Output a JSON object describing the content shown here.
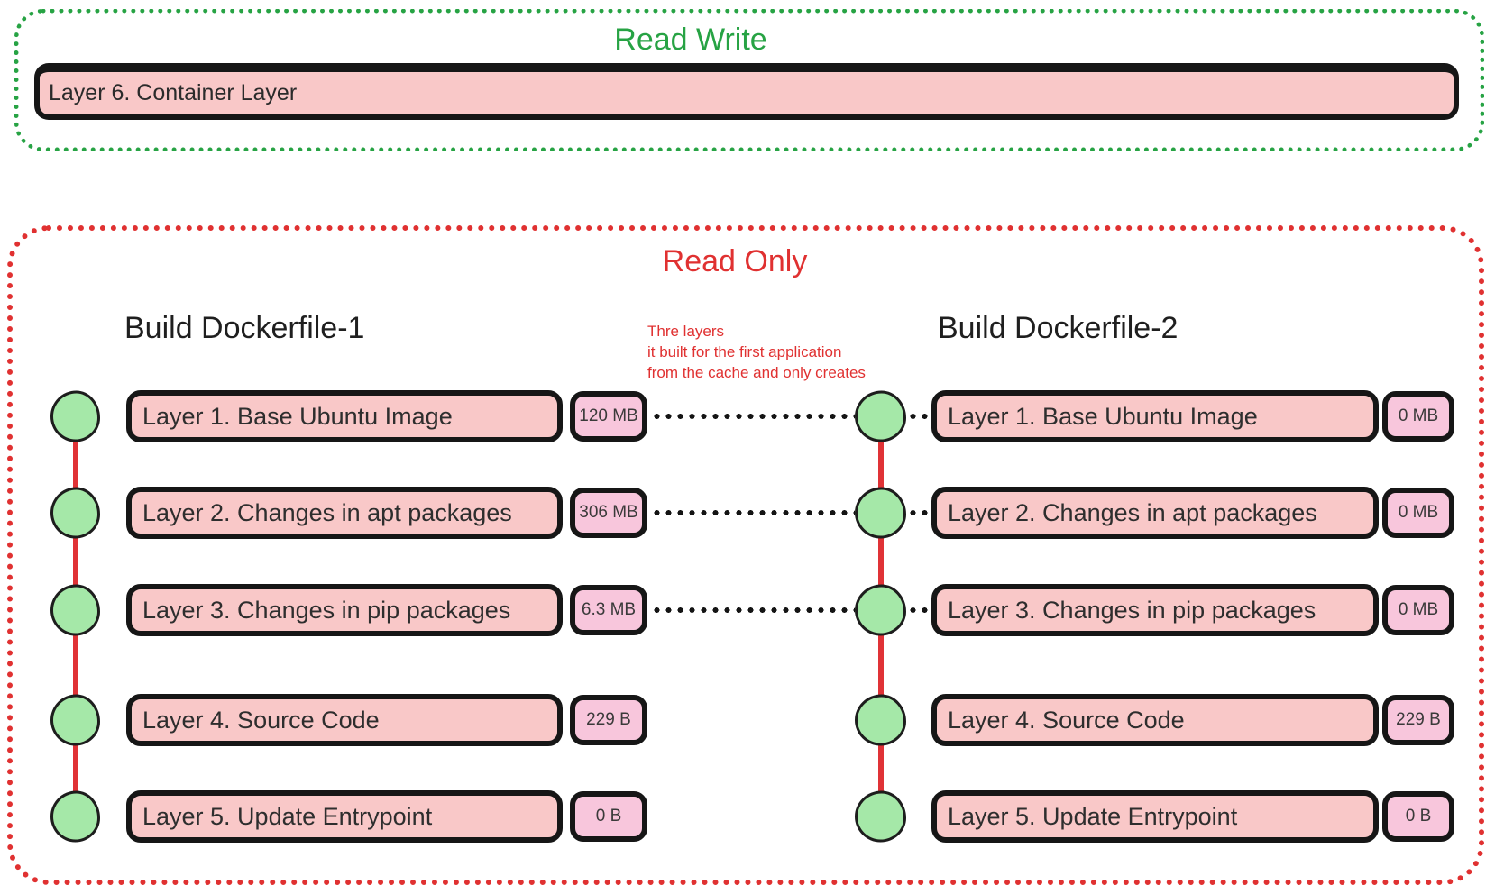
{
  "read_write": {
    "title": "Read Write",
    "container_layer": {
      "label": "Layer 6. Container Layer"
    }
  },
  "read_only": {
    "title": "Read Only",
    "annotation": {
      "line1": "Thre layers",
      "line2": "it built for the first application",
      "line3": "from the cache and only creates"
    },
    "dockerfile1": {
      "heading": "Build Dockerfile-1",
      "layers": [
        {
          "label": "Layer 1. Base Ubuntu Image",
          "size": "120 MB"
        },
        {
          "label": "Layer 2. Changes in apt packages",
          "size": "306 MB"
        },
        {
          "label": "Layer 3. Changes in pip packages",
          "size": "6.3 MB"
        },
        {
          "label": "Layer 4. Source Code",
          "size": "229 B"
        },
        {
          "label": "Layer 5. Update Entrypoint",
          "size": "0 B"
        }
      ]
    },
    "dockerfile2": {
      "heading": "Build Dockerfile-2",
      "layers": [
        {
          "label": "Layer 1. Base Ubuntu Image",
          "size": "0 MB"
        },
        {
          "label": "Layer 2. Changes in apt packages",
          "size": "0 MB"
        },
        {
          "label": "Layer 3. Changes in pip packages",
          "size": "0 MB"
        },
        {
          "label": "Layer 4. Source Code",
          "size": "229 B"
        },
        {
          "label": "Layer 5. Update Entrypoint",
          "size": "0 B"
        }
      ]
    }
  },
  "colors": {
    "read_write_green": "#27a344",
    "read_only_red": "#e03131",
    "layer_bar_pink": "#f9c8c8",
    "size_badge_pink": "#f8c6dc",
    "node_green": "#a5e8a8",
    "rail_red": "#e03236",
    "border_black": "#161616"
  }
}
